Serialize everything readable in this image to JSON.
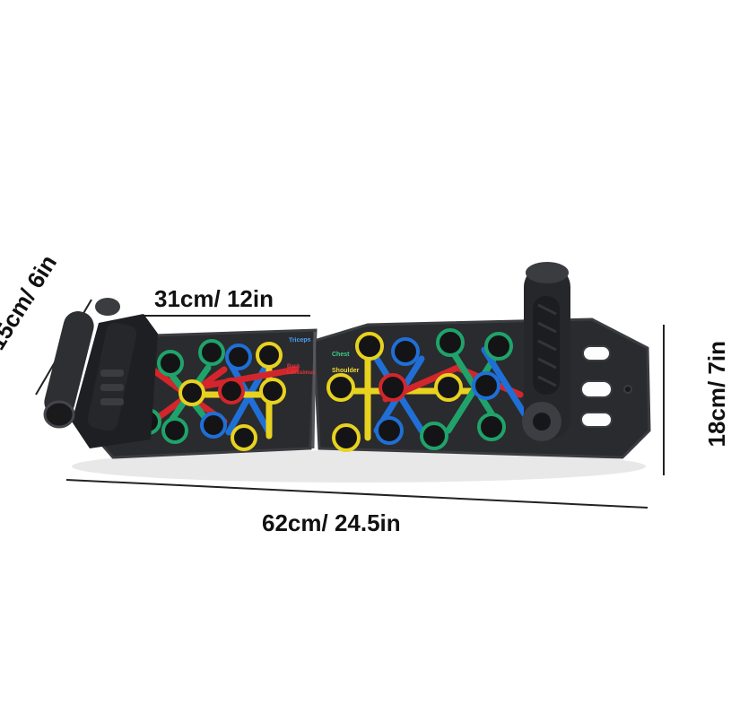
{
  "dimensions": {
    "width_top": "31cm/ 12in",
    "height_left": "15cm/ 6in",
    "height_right": "18cm/ 7in",
    "length_total": "62cm/ 24.5in"
  },
  "board_legend": {
    "triceps": "Triceps",
    "back": "Back Latissimus",
    "chest": "Chest",
    "shoulder": "Shoulder"
  },
  "colors": {
    "board": "#2a2b2e",
    "board_edge": "#3a3c40",
    "blue": "#1f6fd6",
    "green": "#1fa36a",
    "yellow": "#e8d21f",
    "red": "#d2262c",
    "hole": "#141416",
    "handle": "#26272a"
  }
}
